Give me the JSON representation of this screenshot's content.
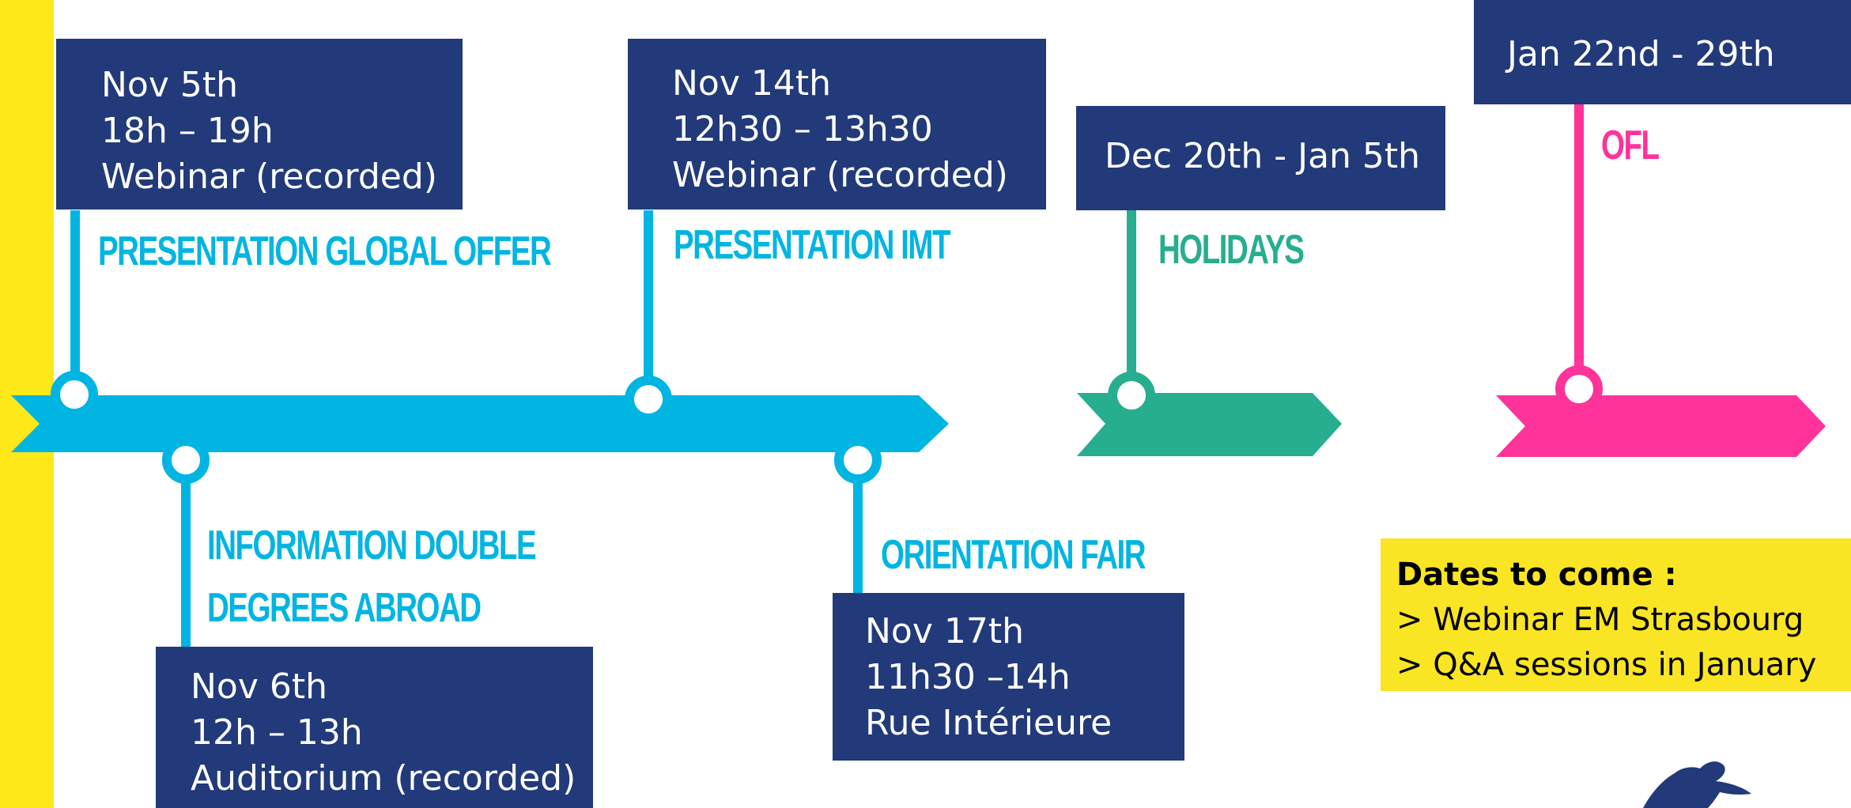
{
  "colors": {
    "navy": "#223A7A",
    "cyan": "#00B5E2",
    "green": "#27AE8F",
    "pink": "#FF3399",
    "yellow": "#FFE81A",
    "dates_box": "#FAE524"
  },
  "events": [
    {
      "lines": [
        "Nov 5th",
        "18h – 19h",
        "Webinar (recorded)"
      ],
      "title": "PRESENTATION GLOBAL OFFER"
    },
    {
      "lines": [
        "Nov 6th",
        "12h – 13h",
        "Auditorium (recorded)"
      ],
      "title_lines": [
        "INFORMATION DOUBLE",
        "DEGREES ABROAD"
      ]
    },
    {
      "lines": [
        "Nov 14th",
        "12h30 – 13h30",
        "Webinar (recorded)"
      ],
      "title": "PRESENTATION IMT"
    },
    {
      "lines": [
        "Nov 17th",
        "11h30 –14h",
        "Rue Intérieure"
      ],
      "title": "ORIENTATION FAIR"
    },
    {
      "lines": [
        "Dec 20th - Jan 5th"
      ],
      "title": "HOLIDAYS"
    },
    {
      "lines": [
        "Jan 22nd - 29th"
      ],
      "title": "OFL"
    }
  ],
  "dates_to_come": {
    "header": "Dates to come :",
    "items": [
      "> Webinar EM Strasbourg",
      "> Q&A sessions in January"
    ]
  },
  "logo_icon": "leaping-cat-logo"
}
